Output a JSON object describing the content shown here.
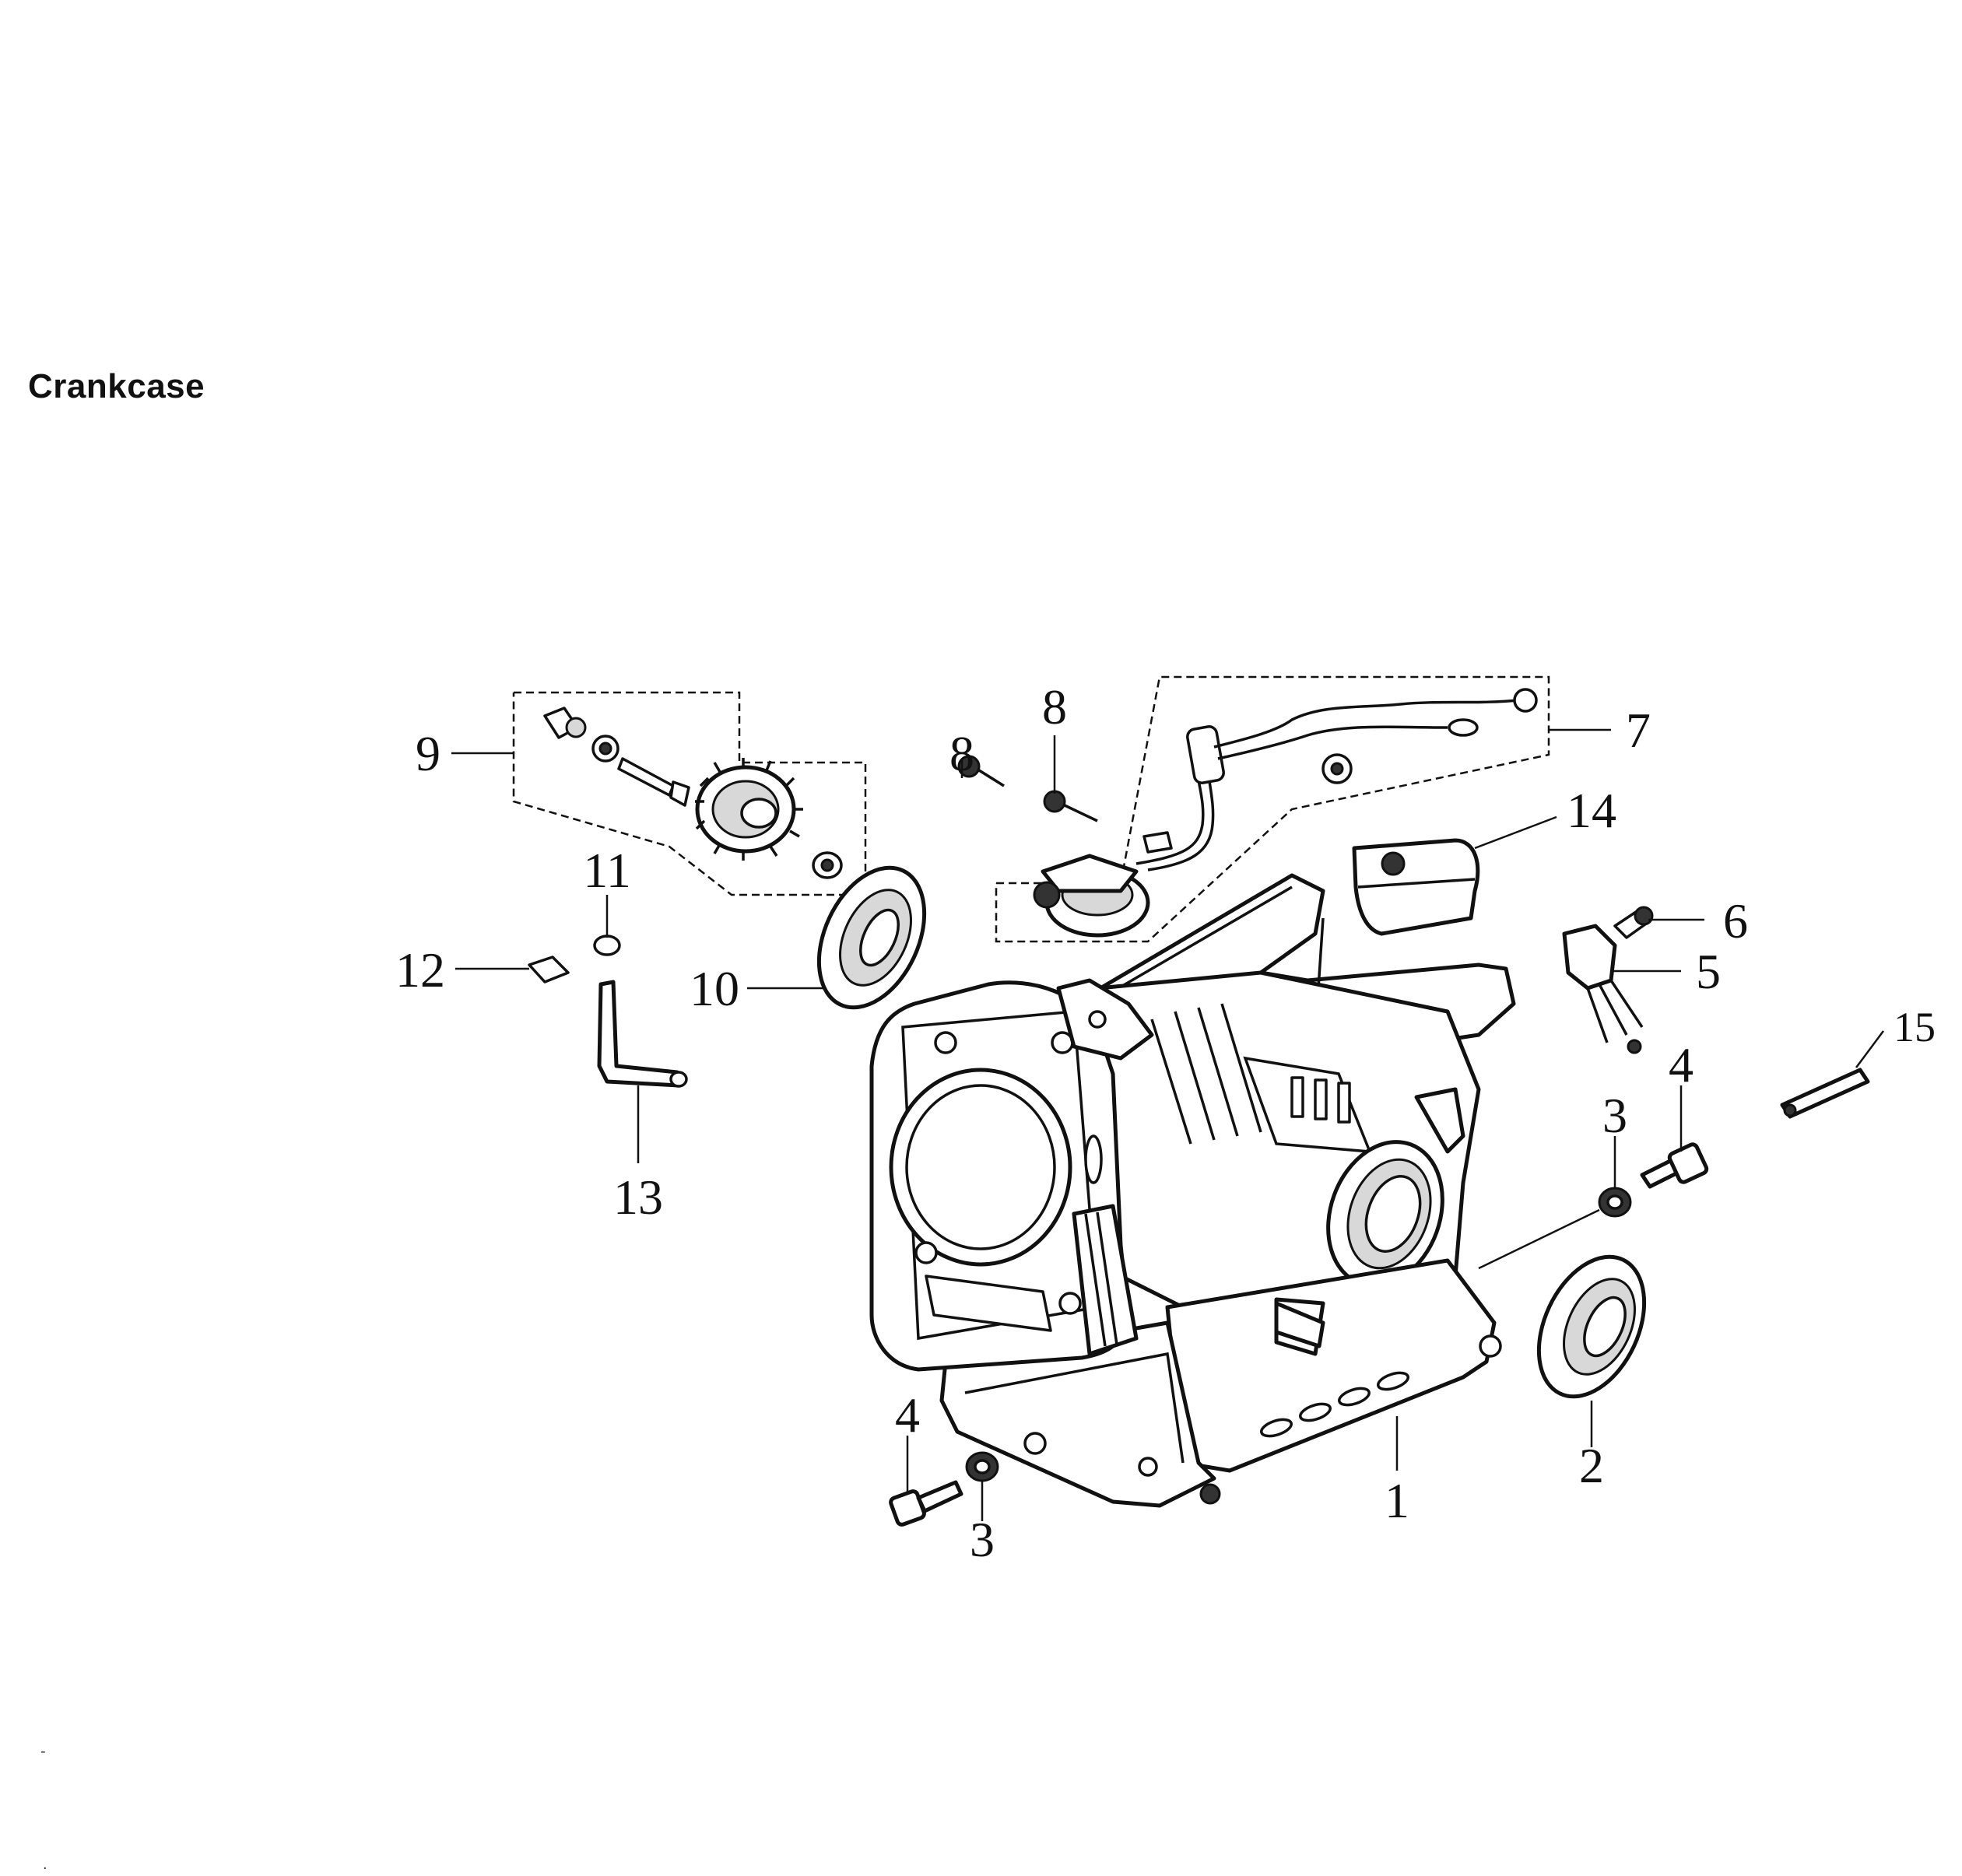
{
  "title": "Crankcase",
  "callouts": {
    "c1": "1",
    "c2": "2",
    "c3a": "3",
    "c3b": "3",
    "c4a": "4",
    "c4b": "4",
    "c5": "5",
    "c6": "6",
    "c7": "7",
    "c8a": "8",
    "c8b": "8",
    "c9": "9",
    "c10": "10",
    "c11": "11",
    "c12": "12",
    "c13": "13",
    "c14": "14",
    "c15": "15"
  },
  "stray_marks": {
    "m1": "-",
    "m2": "."
  }
}
